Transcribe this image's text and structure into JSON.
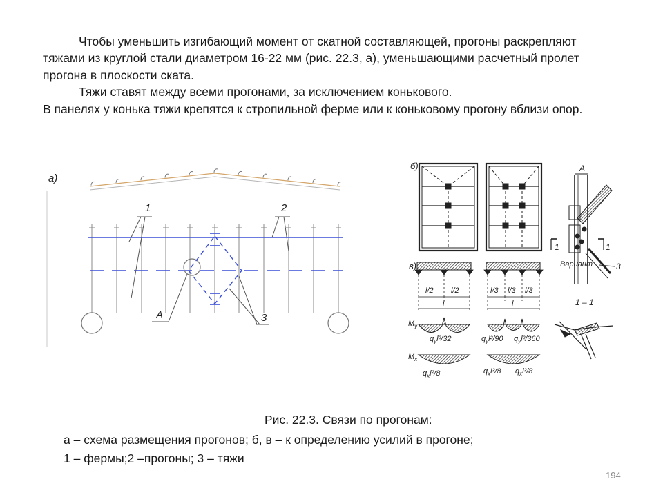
{
  "slide": {
    "paragraphs": [
      "Чтобы уменьшить изгибающий момент от скатной составляющей, прогоны раскрепляют",
      "тяжами из круглой стали диаметром 16-22 мм (рис. 22.3, а), уменьшающими расчетный пролет",
      "прогона в плоскости ската.",
      "Тяжи ставят между всеми прогонами, за исключением конькового.",
      "В панелях у конька тяжи крепятся к стропильной ферме или к коньковому прогону вблизи опор."
    ],
    "caption": {
      "title": "Рис. 22.3. Связи по прогонам:",
      "line1": "а – схема размещения прогонов; б, в – к определению усилий в прогоне;",
      "line2": "1 – фермы;2 –прогоны; 3 – тяжи"
    },
    "page_number": "194"
  },
  "figure": {
    "labels": {
      "panel_a": "а)",
      "trusses": "1",
      "purlins": "2",
      "node_a": "А",
      "ties": "3",
      "panel_b": "б)",
      "panel_v": "в)",
      "detail_a": "А",
      "section_left": "1",
      "section_right": "1",
      "variant": "Вариант",
      "detail_tie": "3",
      "section_title": "1 – 1",
      "half_span_1": "l/2",
      "half_span_2": "l/2",
      "span_1": "l",
      "third_span_1": "l/3",
      "third_span_2": "l/3",
      "third_span_3": "l/3",
      "span_2": "l"
    },
    "moment_y": {
      "base": "M",
      "sub": "y"
    },
    "moment_x": {
      "base": "M",
      "sub": "x"
    },
    "formulas": {
      "my_half": {
        "base": "q",
        "sub": "y",
        "rest": "l²/32"
      },
      "my_third_a": {
        "base": "q",
        "sub": "y",
        "rest": "l²/90"
      },
      "my_third_b": {
        "base": "q",
        "sub": "y",
        "rest": "l²/360"
      },
      "mx_half": {
        "base": "q",
        "sub": "x",
        "rest": "l²/8"
      },
      "mx_third_a": {
        "base": "q",
        "sub": "x",
        "rest": "l²/8"
      },
      "mx_third_b": {
        "base": "q",
        "sub": "x",
        "rest": "l²/8"
      }
    },
    "colors": {
      "purlin_blue": "#3a4fd6",
      "truss_gray": "#8a8a8a",
      "roof_tan": "#d4a66a",
      "ink": "#1a1a1a"
    }
  }
}
